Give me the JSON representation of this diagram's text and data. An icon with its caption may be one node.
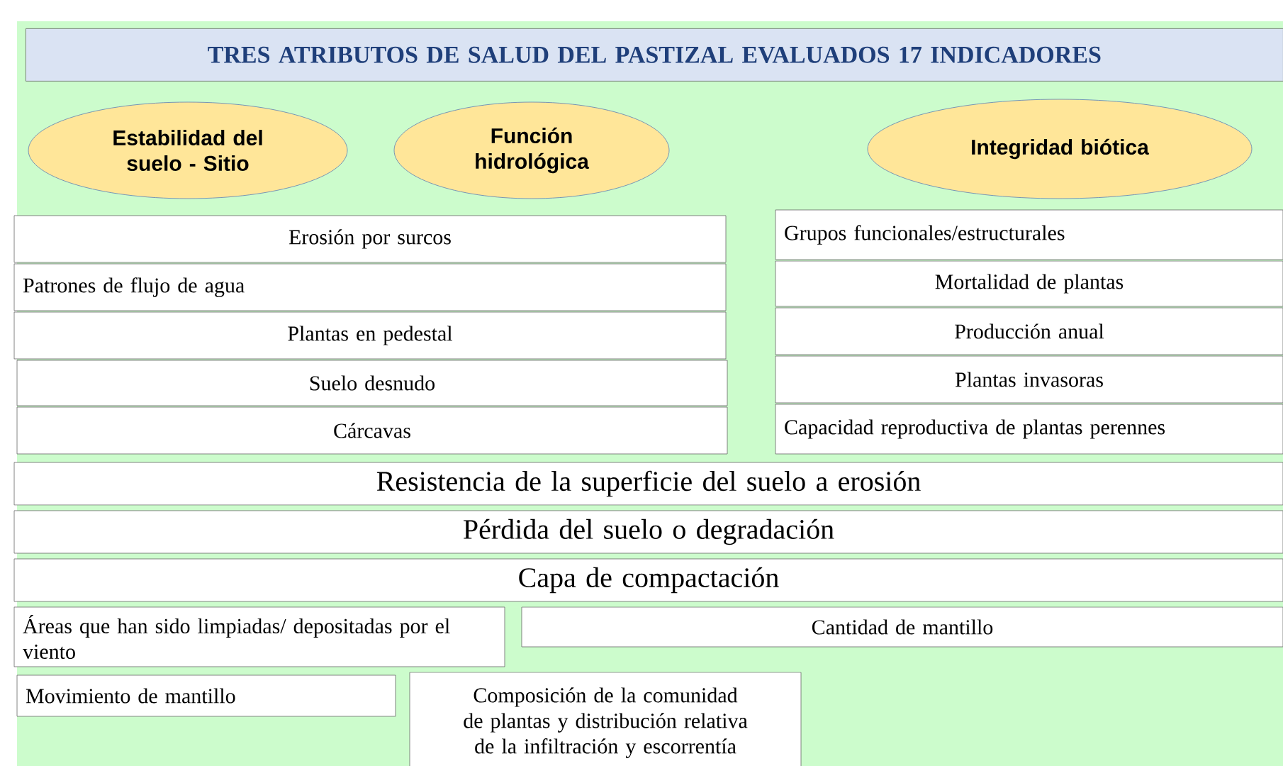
{
  "diagram": {
    "title": "TRES ATRIBUTOS DE SALUD DEL PASTIZAL EVALUADOS 17 INDICADORES",
    "nodes": [
      {
        "text": [
          "Estabilidad del suelo - Sitio"
        ]
      },
      {
        "text": [
          "Función hidrológica"
        ]
      },
      {
        "text": [
          "Integridad biótica"
        ]
      },
      {
        "text": [
          "Erosión por surcos"
        ]
      },
      {
        "text": [
          "Patrones de flujo de agua"
        ]
      },
      {
        "text": [
          "Plantas en pedestal"
        ]
      },
      {
        "text": [
          "Suelo desnudo"
        ]
      },
      {
        "text": [
          "Cárcavas"
        ]
      },
      {
        "text": [
          "Grupos funcionales/estructurales"
        ]
      },
      {
        "text": [
          "Mortalidad de plantas"
        ]
      },
      {
        "text": [
          "Producción anual"
        ]
      },
      {
        "text": [
          "Plantas invasoras"
        ]
      },
      {
        "text": [
          "Capacidad reproductiva de plantas perennes"
        ]
      },
      {
        "text": [
          "Resistencia de la superficie del suelo a erosión"
        ]
      },
      {
        "text": [
          "Pérdida del suelo o degradación"
        ]
      },
      {
        "text": [
          "Capa de compactación"
        ]
      },
      {
        "text": [
          "Áreas que han sido limpiadas/ depositadas por el viento"
        ]
      },
      {
        "text": [
          "Cantidad de mantillo"
        ]
      },
      {
        "text": [
          "Movimiento de mantillo"
        ]
      },
      {
        "text": [
          "Composición de la comunidad de plantas y distribución relativa de la infiltración y escorrentía"
        ]
      }
    ],
    "edges": []
  }
}
